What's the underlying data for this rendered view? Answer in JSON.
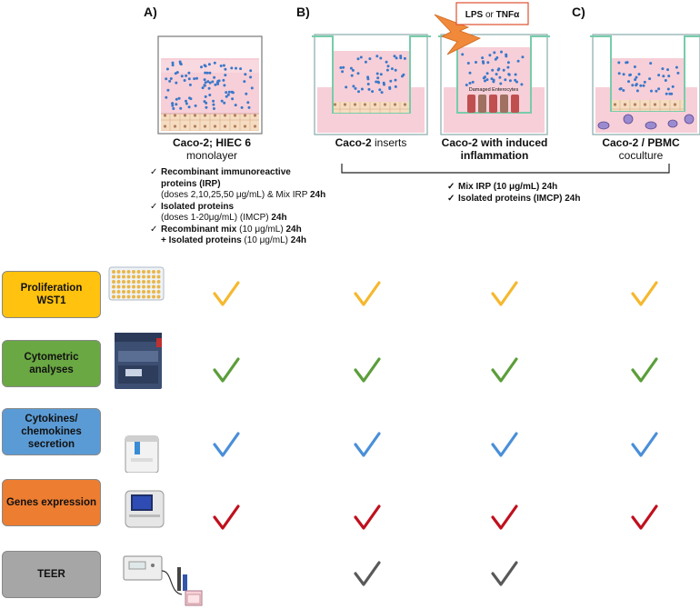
{
  "sections": {
    "a_label": "A)",
    "b_label": "B)",
    "c_label": "C)"
  },
  "stimulus_label": {
    "bold": "LPS",
    "rest": " or ",
    "tnf": "TNFα"
  },
  "damaged_label": "Damaged Enterocytes",
  "wells": {
    "a": {
      "bold": "Caco-2; HIEC 6",
      "sub": "monolayer"
    },
    "b1": {
      "bold": "Caco-2",
      "rest": " inserts"
    },
    "b2": {
      "line1": "Caco-2 with induced",
      "line2": "inflammation"
    },
    "c": {
      "bold": "Caco-2 / PBMC",
      "sub": "coculture"
    }
  },
  "conditions_a": [
    {
      "bold": "Recombinant immunoreactive",
      "bold2": "proteins (IRP)",
      "line3": "(doses 2,10,25,50 μg/mL) & Mix IRP ",
      "line3_bold": "24h"
    },
    {
      "bold": "Isolated proteins",
      "line2": "(doses 1-20μg/mL) (IMCP) ",
      "line2_bold": "24h"
    },
    {
      "bold": "Recombinant mix",
      "rest": "  (10 μg/mL) ",
      "rest_bold": "24h",
      "line2_bold": "+ Isolated proteins",
      "line2": " (10 μg/mL) ",
      "line2_end": "24h"
    }
  ],
  "conditions_bc": [
    {
      "text": "Mix IRP (10 μg/mL) 24h"
    },
    {
      "text": "Isolated proteins (IMCP) 24h"
    }
  ],
  "assays": [
    {
      "line1": "Proliferation",
      "line2": "WST1",
      "color": "#ffc20e",
      "check_color": "#f5b82e",
      "checks": [
        true,
        true,
        true,
        true
      ]
    },
    {
      "line1": "Cytometric",
      "line2": "analyses",
      "color": "#6aa843",
      "check_color": "#5b9e3a",
      "checks": [
        true,
        true,
        true,
        true
      ]
    },
    {
      "line1": "Cytokines/",
      "line2": "chemokines",
      "line3": "secretion",
      "color": "#5b9bd5",
      "check_color": "#4a8fd8",
      "checks": [
        true,
        true,
        true,
        true
      ]
    },
    {
      "line1": "Genes expression",
      "line2": "",
      "color": "#ed7d31",
      "check_color": "#c0101e",
      "checks": [
        true,
        true,
        true,
        true
      ]
    },
    {
      "line1": "TEER",
      "line2": "",
      "color": "#a6a6a6",
      "check_color": "#595959",
      "checks": [
        false,
        true,
        true,
        false
      ]
    }
  ],
  "icons": [
    "plate-reader-icon",
    "flow-cytometer-icon",
    "multiplex-analyzer-icon",
    "qpcr-instrument-icon",
    "teer-meter-icon"
  ]
}
